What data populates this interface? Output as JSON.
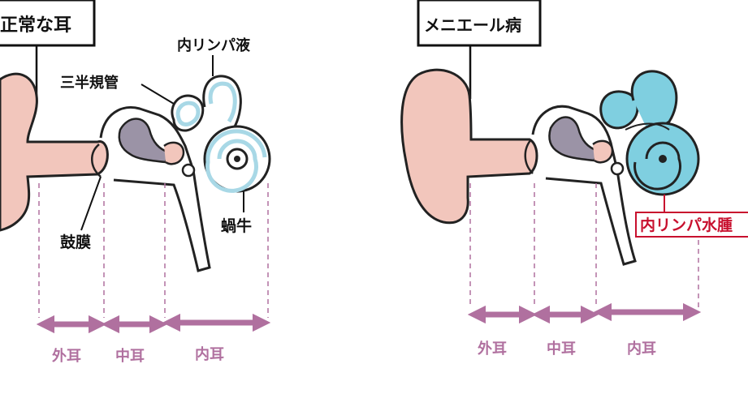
{
  "left_panel": {
    "title": "正常な耳",
    "label_endolymph": "内リンパ液",
    "label_semicircular": "三半規管",
    "label_eardrum": "鼓膜",
    "label_cochlea": "蝸牛",
    "region_outer": "外耳",
    "region_middle": "中耳",
    "region_inner": "内耳"
  },
  "right_panel": {
    "title": "メニエール病",
    "label_hydrops": "内リンパ水腫",
    "region_outer": "外耳",
    "region_middle": "中耳",
    "region_inner": "内耳"
  },
  "colors": {
    "skin": "#f2c6bc",
    "skin_outline": "#222222",
    "endolymph_normal": "#a8d8e6",
    "endolymph_hydrops": "#7fcfe0",
    "ossicle": "#9b93a6",
    "arrow": "#b0709f",
    "dashed": "#b0709f",
    "hydrops_label": "#c8102e"
  }
}
